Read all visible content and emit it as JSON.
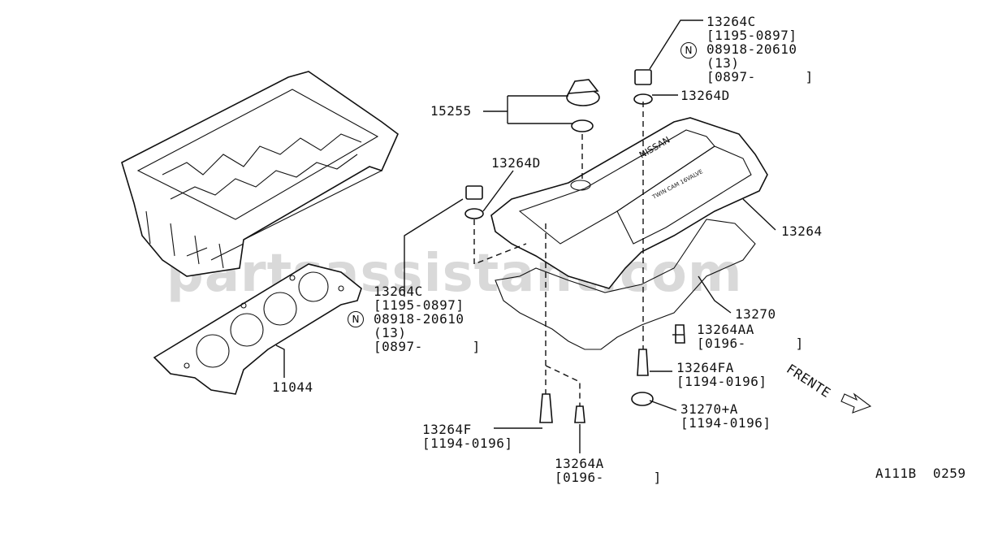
{
  "watermark": "partsassistant.com",
  "diagram_code": "A111B  0259",
  "labels": {
    "p13264c_top": "13264C\n[1195-0897]\n08918-20610\n(13)\n[0897-      ]",
    "p13264d_top": "13264D",
    "p15255": "15255",
    "p13264d_mid": "13264D",
    "p13264": "13264",
    "p13264c_mid": "13264C\n[1195-0897]\n08918-20610\n(13)\n[0897-      ]",
    "p13270": "13270",
    "p13264aa": "13264AA\n[0196-      ]",
    "p13264fa": "13264FA\n[1194-0196]",
    "p31270a": "31270+A\n[1194-0196]",
    "p11044": "11044",
    "p13264f": "13264F\n[1194-0196]",
    "p13264a": "13264A\n[0196-      ]",
    "frente": "FRENTE",
    "n_symbol": "N"
  }
}
